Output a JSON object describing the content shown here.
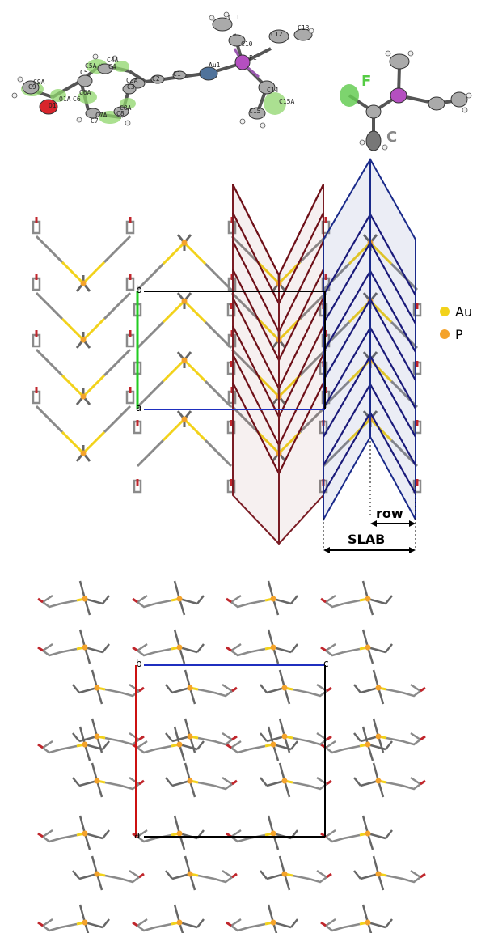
{
  "colors": {
    "au": "#f2d21b",
    "p": "#f4a32b",
    "carbon": "#8a8a8a",
    "oxygen": "#c0262c",
    "fluorine": "#66cc55",
    "phosphorus_ortep": "#b44fc0",
    "gold_ortep": "#50739b",
    "slab_red": "#7a1c24",
    "slab_blue": "#1a2a8a",
    "axis_b_green": "#22cc22",
    "axis_c_blue": "#1f2fbf",
    "axis_a_red": "#cc1111"
  },
  "panel_a": {
    "atom_labels": {
      "C11": "C11",
      "C12": "C12",
      "C13": "C13",
      "C10": "C10",
      "P1": "P1",
      "Au1": "Au1",
      "C1": "C1",
      "C2": "C2",
      "C3A": "C3A",
      "C3": "C3",
      "C4A": "C4A",
      "C4": "C4",
      "C5A": "C5A",
      "C5": "C5",
      "C6A": "C6A",
      "C6": "C6",
      "O1A": "O1A",
      "O1": "O1",
      "C9A": "C9A",
      "C9": "C9",
      "C7A": "C7A",
      "C7": "C7",
      "C8A": "C8A",
      "C8": "C8",
      "C14": "C14",
      "C15": "C15",
      "C15A": "C15A"
    },
    "inset_labels": {
      "f": "F",
      "c": "C"
    }
  },
  "panel_b": {
    "legend": [
      {
        "label": "Au",
        "color": "#f2d21b"
      },
      {
        "label": "P",
        "color": "#f4a32b"
      }
    ],
    "cell_labels": {
      "b": "b",
      "a": "a"
    },
    "row_label": "row",
    "slab_label": "SLAB"
  },
  "panel_c": {
    "cell_labels": {
      "b": "b",
      "c": "c",
      "a": "a"
    }
  }
}
